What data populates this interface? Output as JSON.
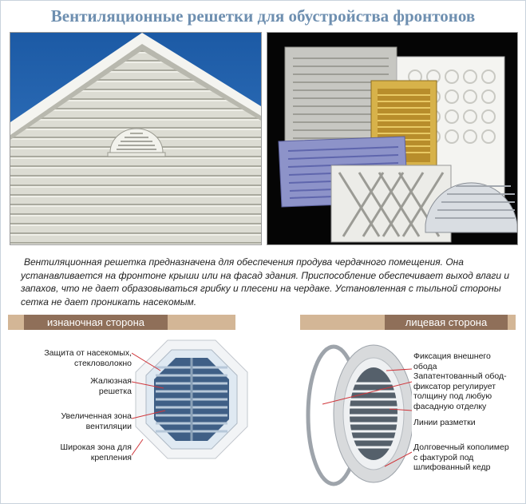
{
  "title": "Вентиляционные решетки для обустройства фронтонов",
  "description": "Вентиляционная решетка предназначена для обеспечения продува чердачного помещения. Она устанавливается на фронтоне крыши или на фасад здания. Приспособление обеспечивает выход влаги и запахов, что не дает образовываться грибку и плесени на чердаке. Установленная с тыльной стороны сетка не дает проникать насекомым.",
  "left_panel": {
    "header": "изнаночная сторона",
    "labels": [
      "Защита от насекомых, стекловолокно",
      "Жалюзная решетка",
      "Увеличенная зона вентиляции",
      "Широкая зона для крепления"
    ]
  },
  "right_panel": {
    "header": "лицевая сторона",
    "labels": [
      "Фиксация внешнего обода",
      "Запатентованный обод-фиксатор регулирует толщину под любую фасадную отделку",
      "Линии разметки",
      "Долговечный кополимер с фактурой под шлифованный кедр"
    ]
  },
  "colors": {
    "title": "#6e8fb0",
    "band": "#d3b696",
    "band_title": "#8f6f59",
    "sky": "#1f5fa8"
  }
}
